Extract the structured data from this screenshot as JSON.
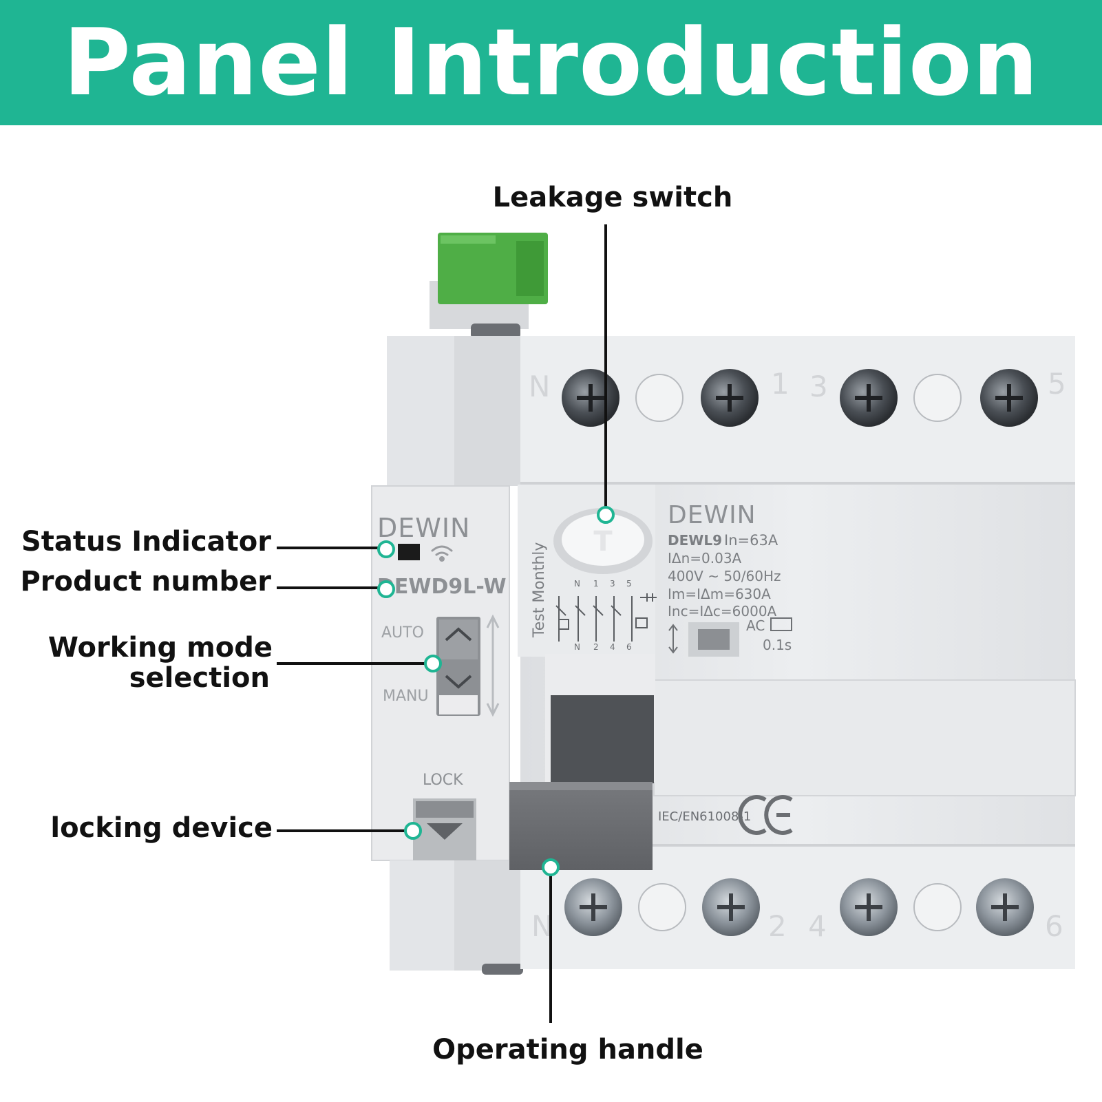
{
  "header": {
    "title": "Panel Introduction"
  },
  "colors": {
    "accent": "#1fb593",
    "leader_line": "#111111",
    "device_body": "#e6e7e9",
    "terminal_block": "#4caf50"
  },
  "callouts": {
    "leakage_switch": "Leakage switch",
    "status_indicator": "Status Indicator",
    "product_number": "Product number",
    "working_mode_line1": "Working mode",
    "working_mode_line2": "selection",
    "locking_device": "locking device",
    "operating_handle": "Operating handle"
  },
  "device": {
    "left_module": {
      "brand": "DEWIN",
      "model": "DEWD9L-W",
      "mode_auto": "AUTO",
      "mode_manu": "MANU",
      "lock": "LOCK"
    },
    "rcd": {
      "brand": "DEWIN",
      "model": "DEWL9",
      "rated_current": "In=63A",
      "residual_current": "IΔn=0.03A",
      "voltage": "400V ~ 50/60Hz",
      "im": "Im=IΔm=630A",
      "inc": "Inc=IΔc=6000A",
      "type": "AC",
      "trip_time": "0.1s",
      "test_label": "Test Monthly",
      "test_button": "T",
      "standard": "IEC/EN61008-1",
      "mark": "CE",
      "terminals_top": [
        "N",
        "1",
        "3",
        "5"
      ],
      "terminals_bottom": [
        "N",
        "2",
        "4",
        "6"
      ],
      "schematic_top": [
        "N",
        "1",
        "3",
        "5"
      ],
      "schematic_bottom": [
        "N",
        "2",
        "4",
        "6"
      ]
    }
  }
}
